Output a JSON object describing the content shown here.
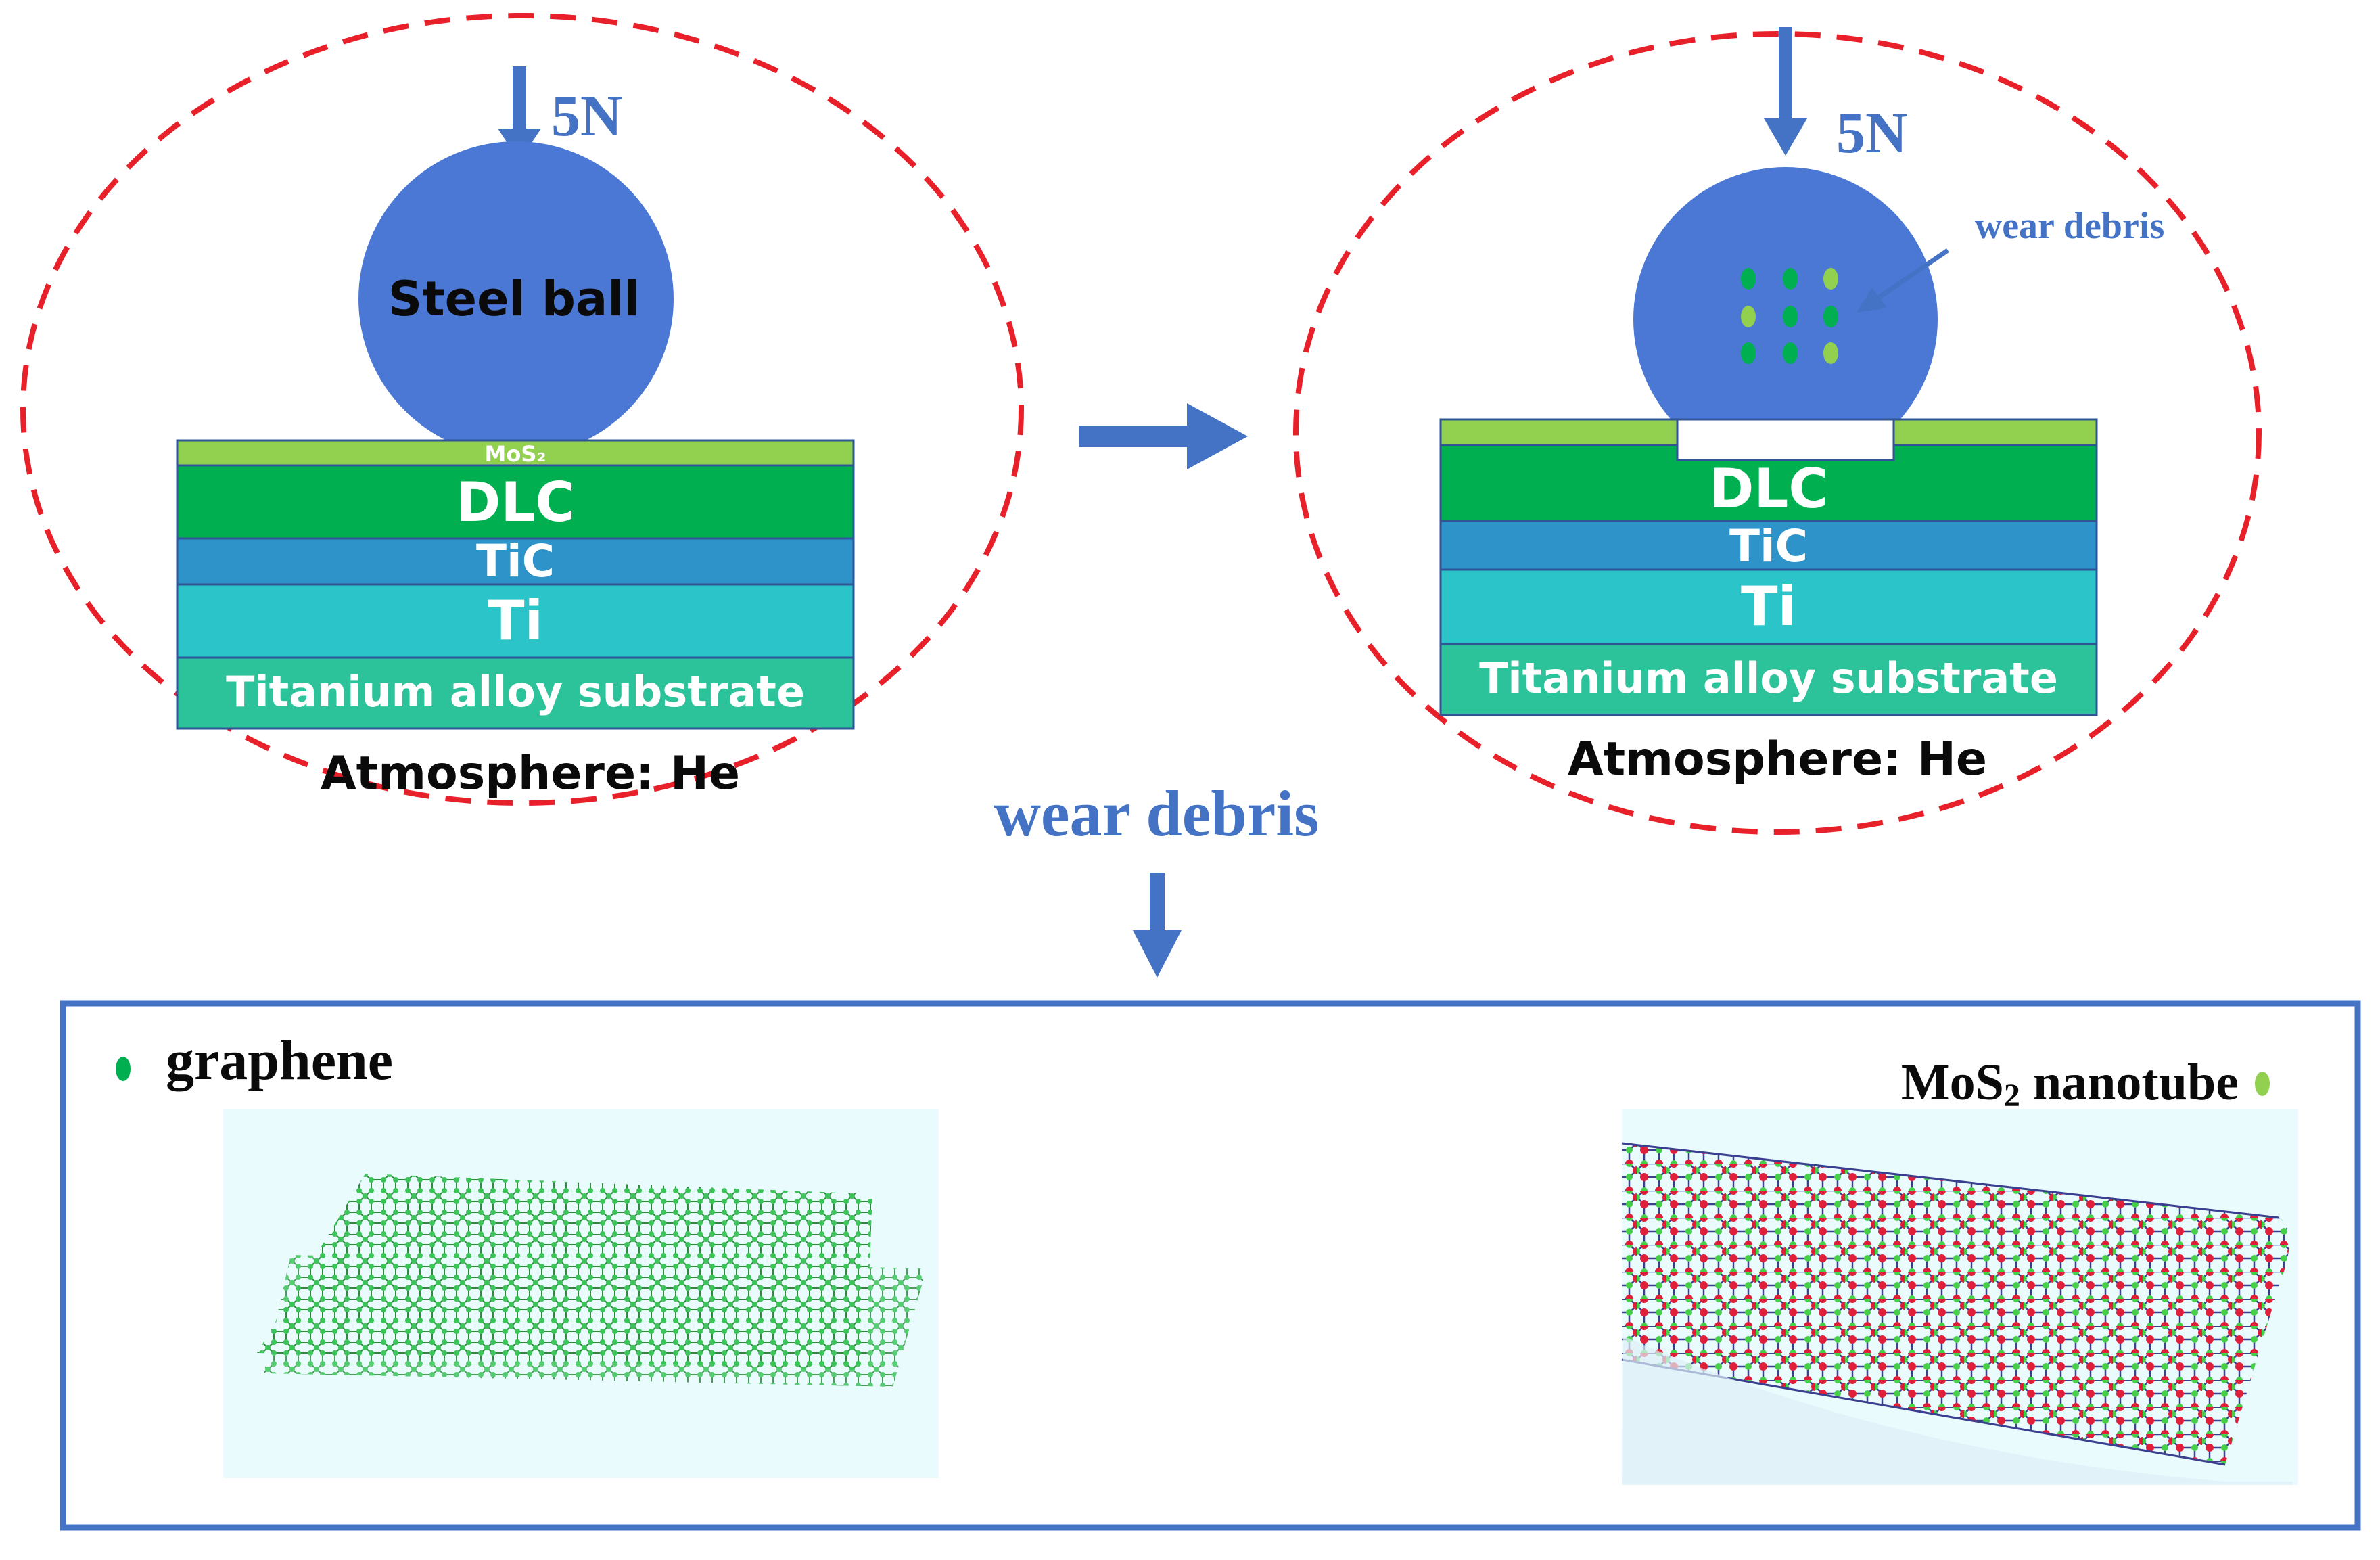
{
  "colors": {
    "blue": "#4472C4",
    "ball": "#4A78D4",
    "mos2": "#92D050",
    "dlc": "#00B050",
    "tic": "#2E93C8",
    "ti": "#2BC4C8",
    "substrate": "#2DC39A",
    "dashed": "#E8202A",
    "panel_bg": "#E9FBFD"
  },
  "left": {
    "force": "5N",
    "ball": "Steel ball",
    "layers": {
      "mos2": "MoS₂",
      "dlc": "DLC",
      "tic": "TiC",
      "ti": "Ti",
      "substrate": "Titanium alloy substrate"
    },
    "atmosphere": "Atmosphere: He"
  },
  "right": {
    "force": "5N",
    "debris_label": "wear debris",
    "layers": {
      "dlc": "DLC",
      "tic": "TiC",
      "ti": "Ti",
      "substrate": "Titanium alloy substrate"
    },
    "atmosphere": "Atmosphere: He"
  },
  "caption": "wear debris",
  "bottom": {
    "graphene_label": "graphene",
    "mos2_prefix": "MoS",
    "mos2_subscript": "2",
    "mos2_suffix": " nanotube"
  }
}
